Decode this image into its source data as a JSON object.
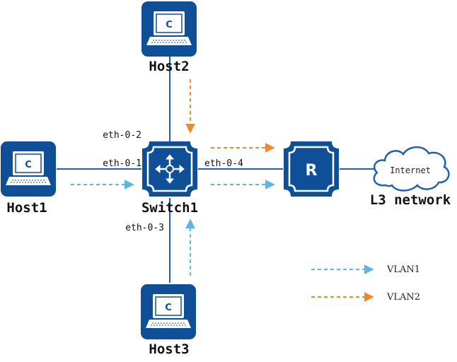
{
  "colors": {
    "node_fill": "#0e4f98",
    "link_line": "#1e62ad",
    "vlan1_arrow": "#5bb6e6",
    "vlan2_arrow": "#ef8a2c"
  },
  "nodes": {
    "host1": {
      "label": "Host1",
      "screen_letter": "C",
      "icon": "laptop-icon"
    },
    "host2": {
      "label": "Host2",
      "screen_letter": "C",
      "icon": "laptop-icon"
    },
    "host3": {
      "label": "Host3",
      "screen_letter": "C",
      "icon": "laptop-icon"
    },
    "switch1": {
      "label": "Switch1",
      "icon": "switch-icon"
    },
    "router": {
      "letter": "R",
      "icon": "router-icon"
    },
    "internet": {
      "cloud_text": "Internet",
      "label": "L3 network",
      "icon": "cloud-icon"
    }
  },
  "ports": {
    "eth01": "eth-0-1",
    "eth02": "eth-0-2",
    "eth03": "eth-0-3",
    "eth04": "eth-0-4"
  },
  "legend": {
    "vlan1": "VLAN1",
    "vlan2": "VLAN2"
  }
}
